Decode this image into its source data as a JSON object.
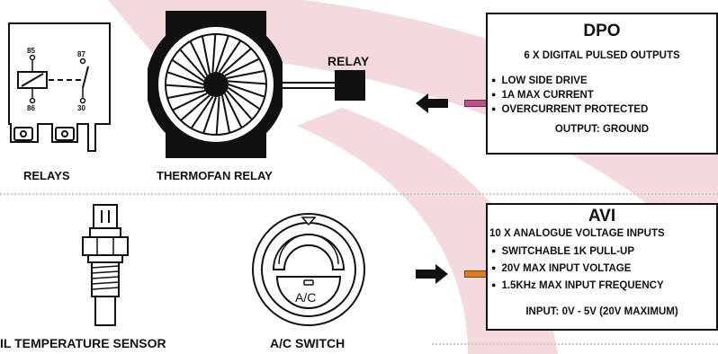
{
  "colors": {
    "accent_pink": "#f2d4d8",
    "dpo_wire": "#c0508a",
    "avi_wire": "#e07b1e",
    "ink": "#111111"
  },
  "labels": {
    "relays": "RELAYS",
    "thermofan_relay": "THERMOFAN RELAY",
    "relay": "RELAY",
    "oil_temp_sensor": "IL TEMPERATURE SENSOR",
    "ac_switch": "A/C SWITCH",
    "ac_text": "A/C"
  },
  "relay_pins": {
    "p85": "85",
    "p87": "87",
    "p86": "86",
    "p30": "30"
  },
  "dpo": {
    "title": "DPO",
    "subtitle": "6 X DIGITAL PULSED OUTPUTS",
    "bullets": [
      "LOW SIDE DRIVE",
      "1A MAX CURRENT",
      "OVERCURRENT PROTECTED"
    ],
    "footer": "OUTPUT: GROUND"
  },
  "avi": {
    "title": "AVI",
    "subtitle": "10 X ANALOGUE VOLTAGE INPUTS",
    "bullets": [
      "SWITCHABLE 1K PULL-UP",
      "20V MAX INPUT VOLTAGE",
      "1.5KHz MAX INPUT FREQUENCY"
    ],
    "footer": "INPUT: 0V - 5V (20V MAXIMUM)"
  },
  "icons": [
    "relay-icon",
    "thermofan-icon",
    "relay-block-icon",
    "arrow-left-icon",
    "temperature-sensor-icon",
    "ac-switch-icon",
    "arrow-right-icon"
  ]
}
